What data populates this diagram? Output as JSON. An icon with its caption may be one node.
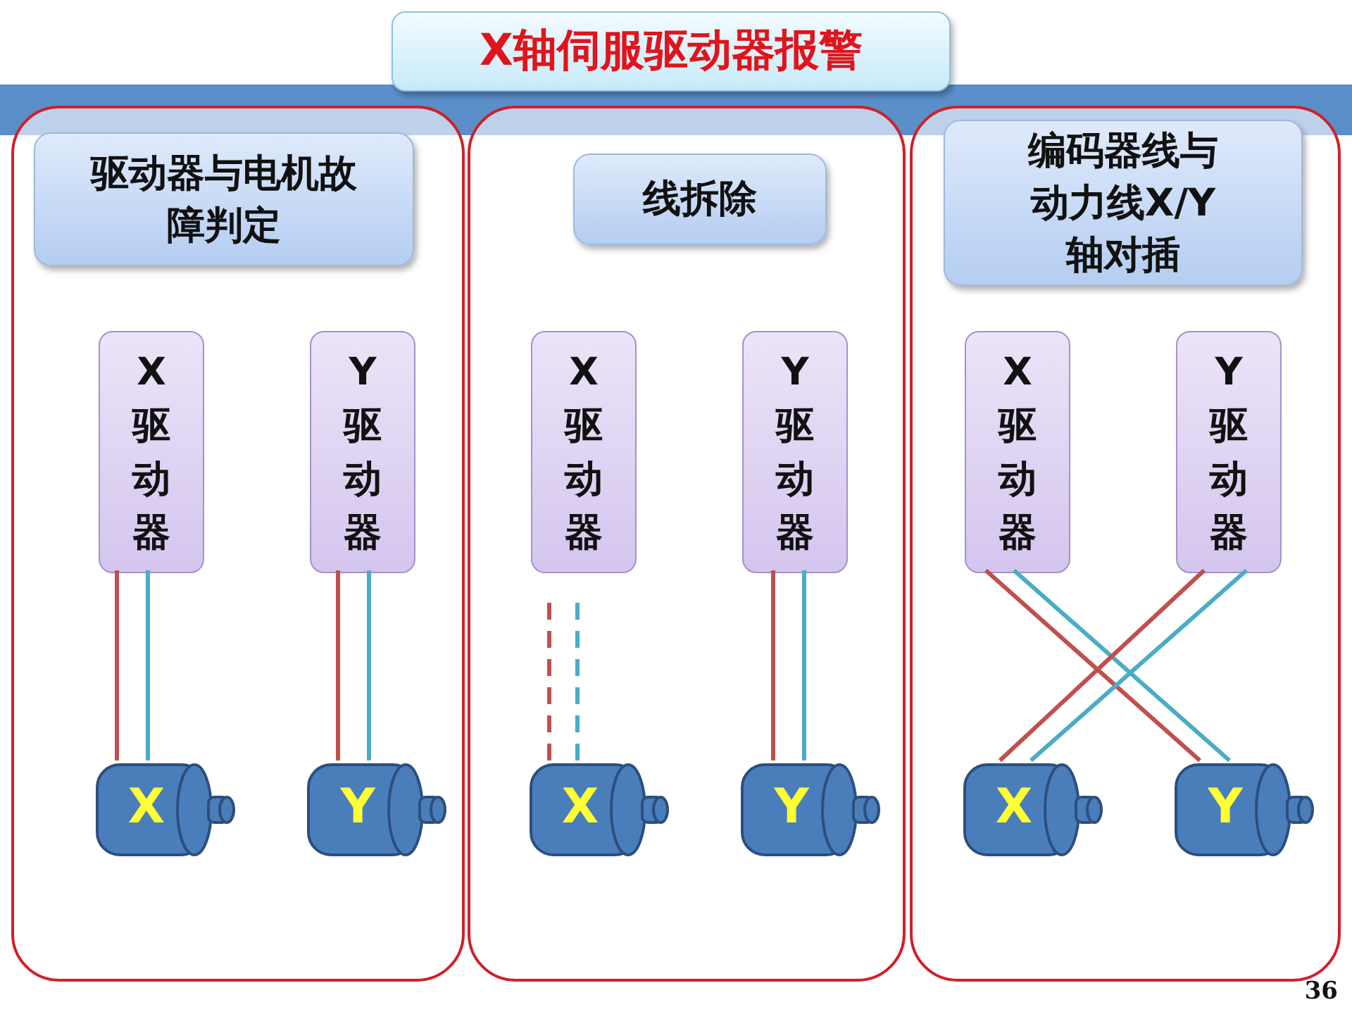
{
  "diagram": {
    "title": "X轴伺服驱动器报警",
    "nodes": [
      {
        "text": [],
        "shape": "box"
      },
      {
        "text": [
          "驱动器与电机故障判定"
        ],
        "in": 0
      },
      {
        "text": [
          "X驱动器"
        ],
        "in": 0
      },
      {
        "text": [
          "Y驱动器"
        ],
        "in": 0
      },
      {
        "text": [
          "X"
        ],
        "in": 0
      },
      {
        "text": [
          "Y"
        ],
        "in": 0
      },
      {
        "text": [],
        "shape": "box"
      },
      {
        "text": [
          "线拆除"
        ],
        "in": 6
      },
      {
        "text": [
          "X驱动器"
        ],
        "in": 6
      },
      {
        "text": [
          "Y驱动器"
        ],
        "in": 6
      },
      {
        "text": [
          "X"
        ],
        "in": 6
      },
      {
        "text": [
          "Y"
        ],
        "in": 6
      },
      {
        "text": [],
        "shape": "box"
      },
      {
        "text": [
          "编码器线与动力线X/Y轴对插"
        ],
        "in": 12
      },
      {
        "text": [
          "X驱动器"
        ],
        "in": 12
      },
      {
        "text": [
          "Y驱动器"
        ],
        "in": 12
      },
      {
        "text": [
          "X"
        ],
        "in": 12
      },
      {
        "text": [
          "Y"
        ],
        "in": 12
      }
    ],
    "edges": [
      {
        "from": 2,
        "to": 4,
        "arrow": "none",
        "color": "#c0504d"
      },
      {
        "from": 2,
        "to": 4,
        "arrow": "none",
        "color": "#4bacc6"
      },
      {
        "from": 3,
        "to": 5,
        "arrow": "none",
        "color": "#c0504d"
      },
      {
        "from": 3,
        "to": 5,
        "arrow": "none",
        "color": "#4bacc6"
      },
      {
        "from": null,
        "to": 10,
        "arrow": "none",
        "style": "dashed",
        "color": "#c0504d"
      },
      {
        "from": null,
        "to": 10,
        "arrow": "none",
        "style": "dashed",
        "color": "#4bacc6"
      },
      {
        "from": 9,
        "to": 11,
        "arrow": "none",
        "color": "#c0504d"
      },
      {
        "from": 9,
        "to": 11,
        "arrow": "none",
        "color": "#4bacc6"
      },
      {
        "from": 14,
        "to": 17,
        "arrow": "none",
        "color": "#c0504d"
      },
      {
        "from": 14,
        "to": 17,
        "arrow": "none",
        "color": "#4bacc6"
      },
      {
        "from": 15,
        "to": 16,
        "arrow": "none",
        "color": "#c0504d"
      },
      {
        "from": 15,
        "to": 16,
        "arrow": "none",
        "color": "#4bacc6"
      }
    ],
    "labels": [
      "36"
    ]
  }
}
